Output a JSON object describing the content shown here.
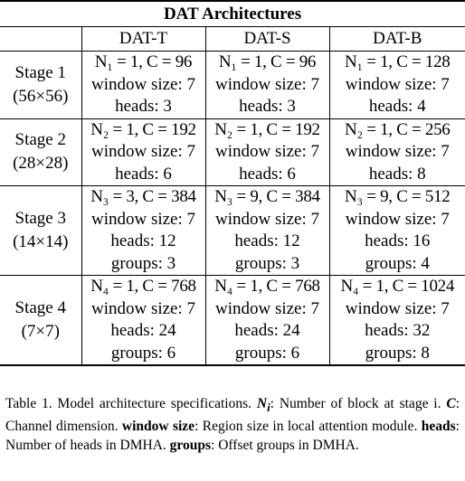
{
  "table": {
    "title": "DAT Architectures",
    "columns": [
      "DAT-T",
      "DAT-S",
      "DAT-B"
    ],
    "rows": [
      {
        "stage": "Stage 1",
        "resolution": "(56×56)",
        "cells": [
          [
            "N₁ = 1, C = 96",
            "window size: 7",
            "heads: 3"
          ],
          [
            "N₁ = 1, C = 96",
            "window size: 7",
            "heads: 3"
          ],
          [
            "N₁ = 1, C = 128",
            "window size: 7",
            "heads: 4"
          ]
        ]
      },
      {
        "stage": "Stage 2",
        "resolution": "(28×28)",
        "cells": [
          [
            "N₂ = 1, C = 192",
            "window size: 7",
            "heads: 6"
          ],
          [
            "N₂ = 1, C = 192",
            "window size: 7",
            "heads: 6"
          ],
          [
            "N₂ = 1, C = 256",
            "window size: 7",
            "heads: 8"
          ]
        ]
      },
      {
        "stage": "Stage 3",
        "resolution": "(14×14)",
        "cells": [
          [
            "N₃ = 3, C = 384",
            "window size: 7",
            "heads: 12",
            "groups: 3"
          ],
          [
            "N₃ = 9, C = 384",
            "window size: 7",
            "heads: 12",
            "groups: 3"
          ],
          [
            "N₃ = 9, C = 512",
            "window size: 7",
            "heads: 16",
            "groups: 4"
          ]
        ]
      },
      {
        "stage": "Stage 4",
        "resolution": "(7×7)",
        "cells": [
          [
            "N₄ = 1, C = 768",
            "window size: 7",
            "heads: 24",
            "groups: 6"
          ],
          [
            "N₄ = 1, C = 768",
            "window size: 7",
            "heads: 24",
            "groups: 6"
          ],
          [
            "N₄ = 1, C = 1024",
            "window size: 7",
            "heads: 32",
            "groups: 8"
          ]
        ]
      }
    ]
  },
  "caption": {
    "label": "Table 1. Model architecture specifications.",
    "ni_term": "N",
    "ni_sub": "i",
    "ni_desc": ": Number of block at stage i.",
    "c_term": "C",
    "c_desc": ": Channel dimension.",
    "ws_term": "window size",
    "ws_desc": ": Region size in local attention module.",
    "heads_term": "heads",
    "heads_desc": ": Number of heads in DMHA.",
    "groups_term": "groups",
    "groups_desc": ": Offset groups in DMHA."
  }
}
